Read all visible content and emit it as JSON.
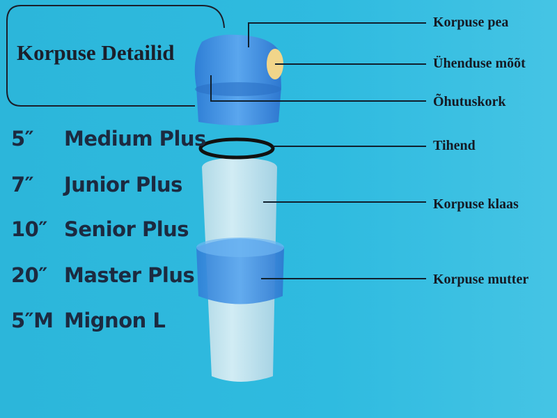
{
  "title": "Korpuse Detailid",
  "models": [
    {
      "size": "5″",
      "name": "Medium Plus"
    },
    {
      "size": "7″",
      "name": "Junior Plus"
    },
    {
      "size": "10″",
      "name": "Senior Plus"
    },
    {
      "size": "20″",
      "name": "Master Plus"
    },
    {
      "size": "5″M",
      "name": "Mignon L"
    }
  ],
  "parts": [
    "Korpuse pea",
    "Ühenduse mõõt",
    "Õhutuskork",
    "Tihend",
    "Korpuse klaas",
    "Korpuse mutter"
  ],
  "colors": {
    "background": "#2fbbe0",
    "housing_blue": "#3d8fe0",
    "text": "#1c2a40"
  }
}
